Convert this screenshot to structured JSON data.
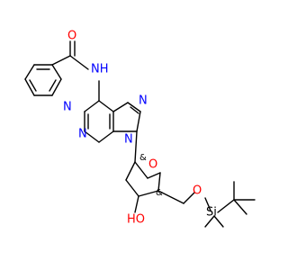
{
  "molecule": {
    "atoms": {
      "carbonyl_oxygen": "O",
      "amide_nh": "NH",
      "purine_n1": "N",
      "purine_n3": "N",
      "purine_n7": "N",
      "purine_n9": "N",
      "ring_oxygen": "O",
      "hydroxyl": "HO",
      "ether_oxygen": "O",
      "silicon": "Si"
    },
    "colors": {
      "oxygen": "#ff0000",
      "nitrogen": "#0000ff",
      "carbon_bond": "#000000",
      "silicon": "#000000"
    },
    "stereo_marks": {
      "c1_prime": "&",
      "c4_prime": "&"
    }
  }
}
